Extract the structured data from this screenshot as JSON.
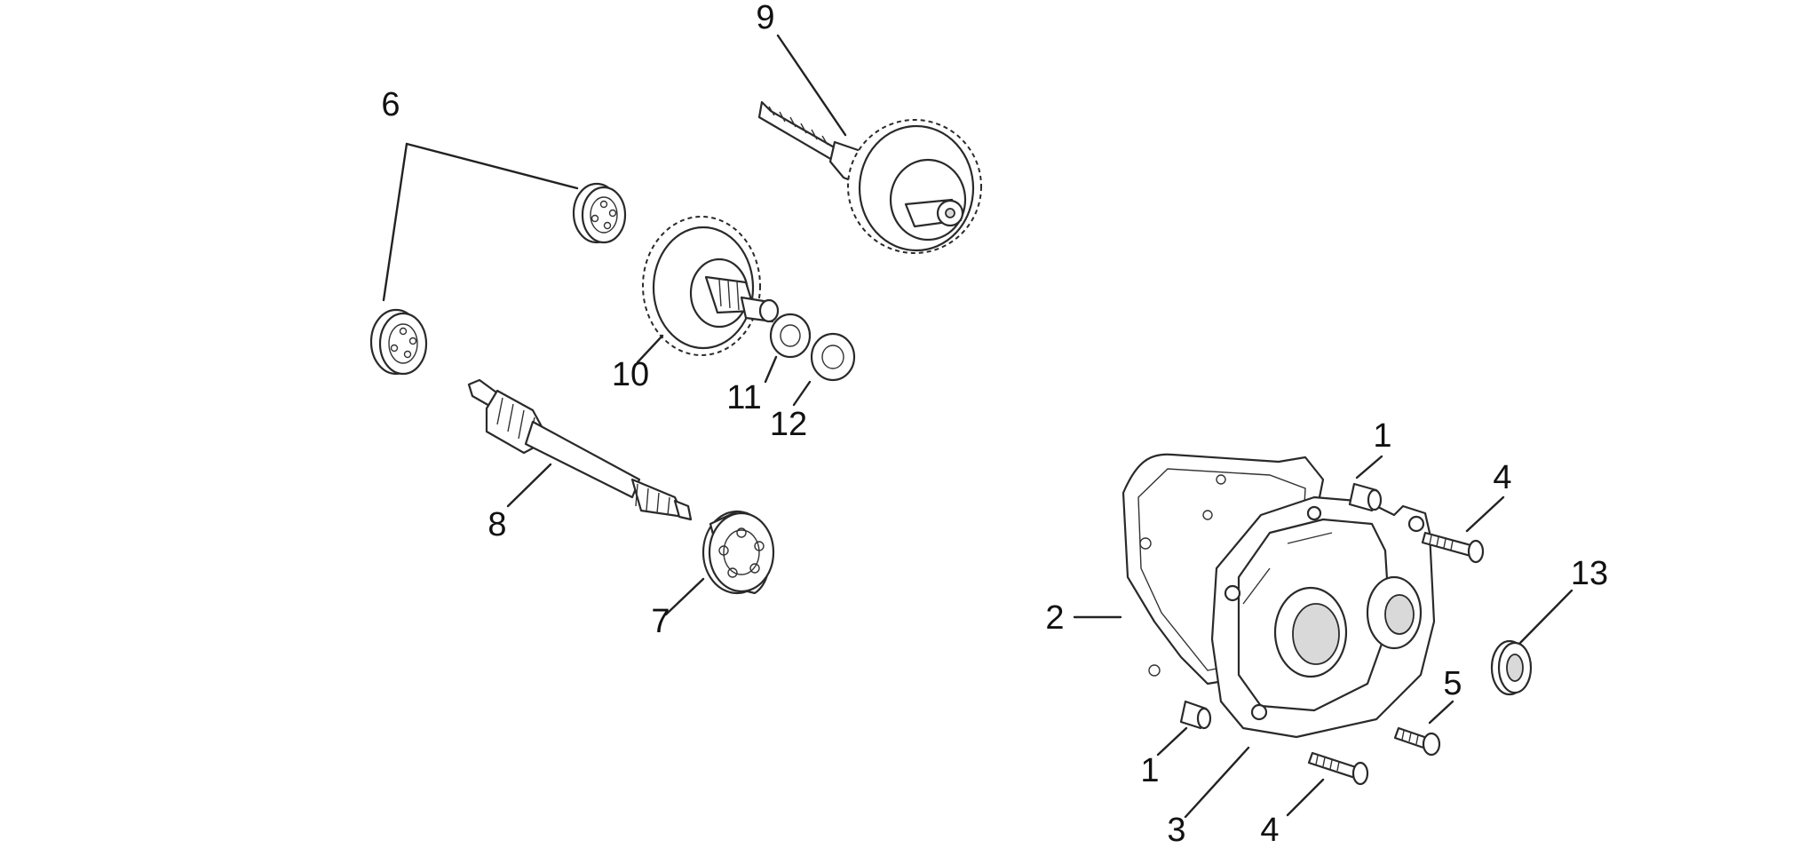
{
  "diagram": {
    "background": "#ffffff",
    "line_color": "#222222",
    "callouts": [
      "9",
      "6",
      "10",
      "11",
      "12",
      "8",
      "7",
      "1",
      "4",
      "2",
      "13",
      "5",
      "1",
      "3",
      "4"
    ]
  }
}
